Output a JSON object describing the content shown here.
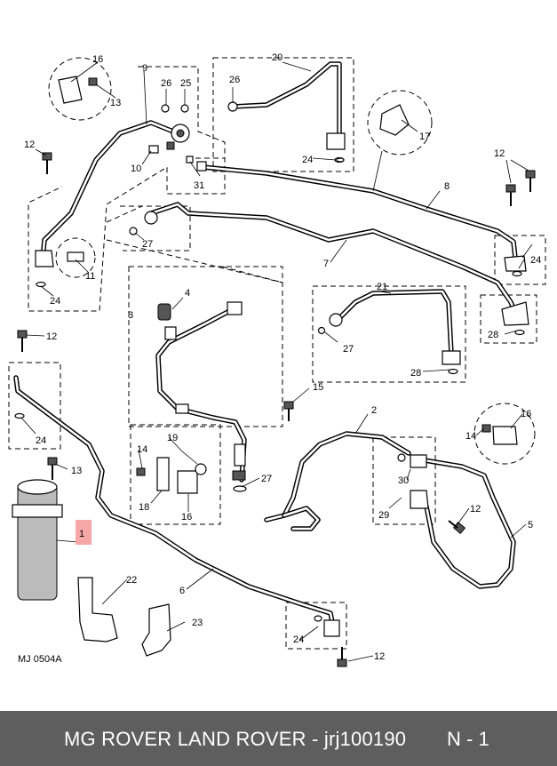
{
  "diagram": {
    "reference": "MJ 0504A",
    "callouts": {
      "c1": "1",
      "c2": "2",
      "c3": "3",
      "c4": "4",
      "c5": "5",
      "c6": "6",
      "c7": "7",
      "c8": "8",
      "c9": "9",
      "c10": "10",
      "c11": "11",
      "c12a": "12",
      "c12b": "12",
      "c12c": "12",
      "c12d": "12",
      "c12e": "12",
      "c13a": "13",
      "c13b": "13",
      "c14a": "14",
      "c14b": "14",
      "c15": "15",
      "c16a": "16",
      "c16b": "16",
      "c16c": "16",
      "c17": "17",
      "c18": "18",
      "c19": "19",
      "c20": "20",
      "c21": "21",
      "c22": "22",
      "c23": "23",
      "c24a": "24",
      "c24b": "24",
      "c24c": "24",
      "c24d": "24",
      "c24e": "24",
      "c25": "25",
      "c26a": "26",
      "c26b": "26",
      "c27a": "27",
      "c27b": "27",
      "c27c": "27",
      "c28a": "28",
      "c28b": "28",
      "c29": "29",
      "c30": "30",
      "c31": "31"
    },
    "highlight_color": "#f7a7a7"
  },
  "footer": {
    "title": "MG ROVER LAND ROVER - jrj100190",
    "page": "N - 1",
    "background": "#5e5e5e"
  }
}
